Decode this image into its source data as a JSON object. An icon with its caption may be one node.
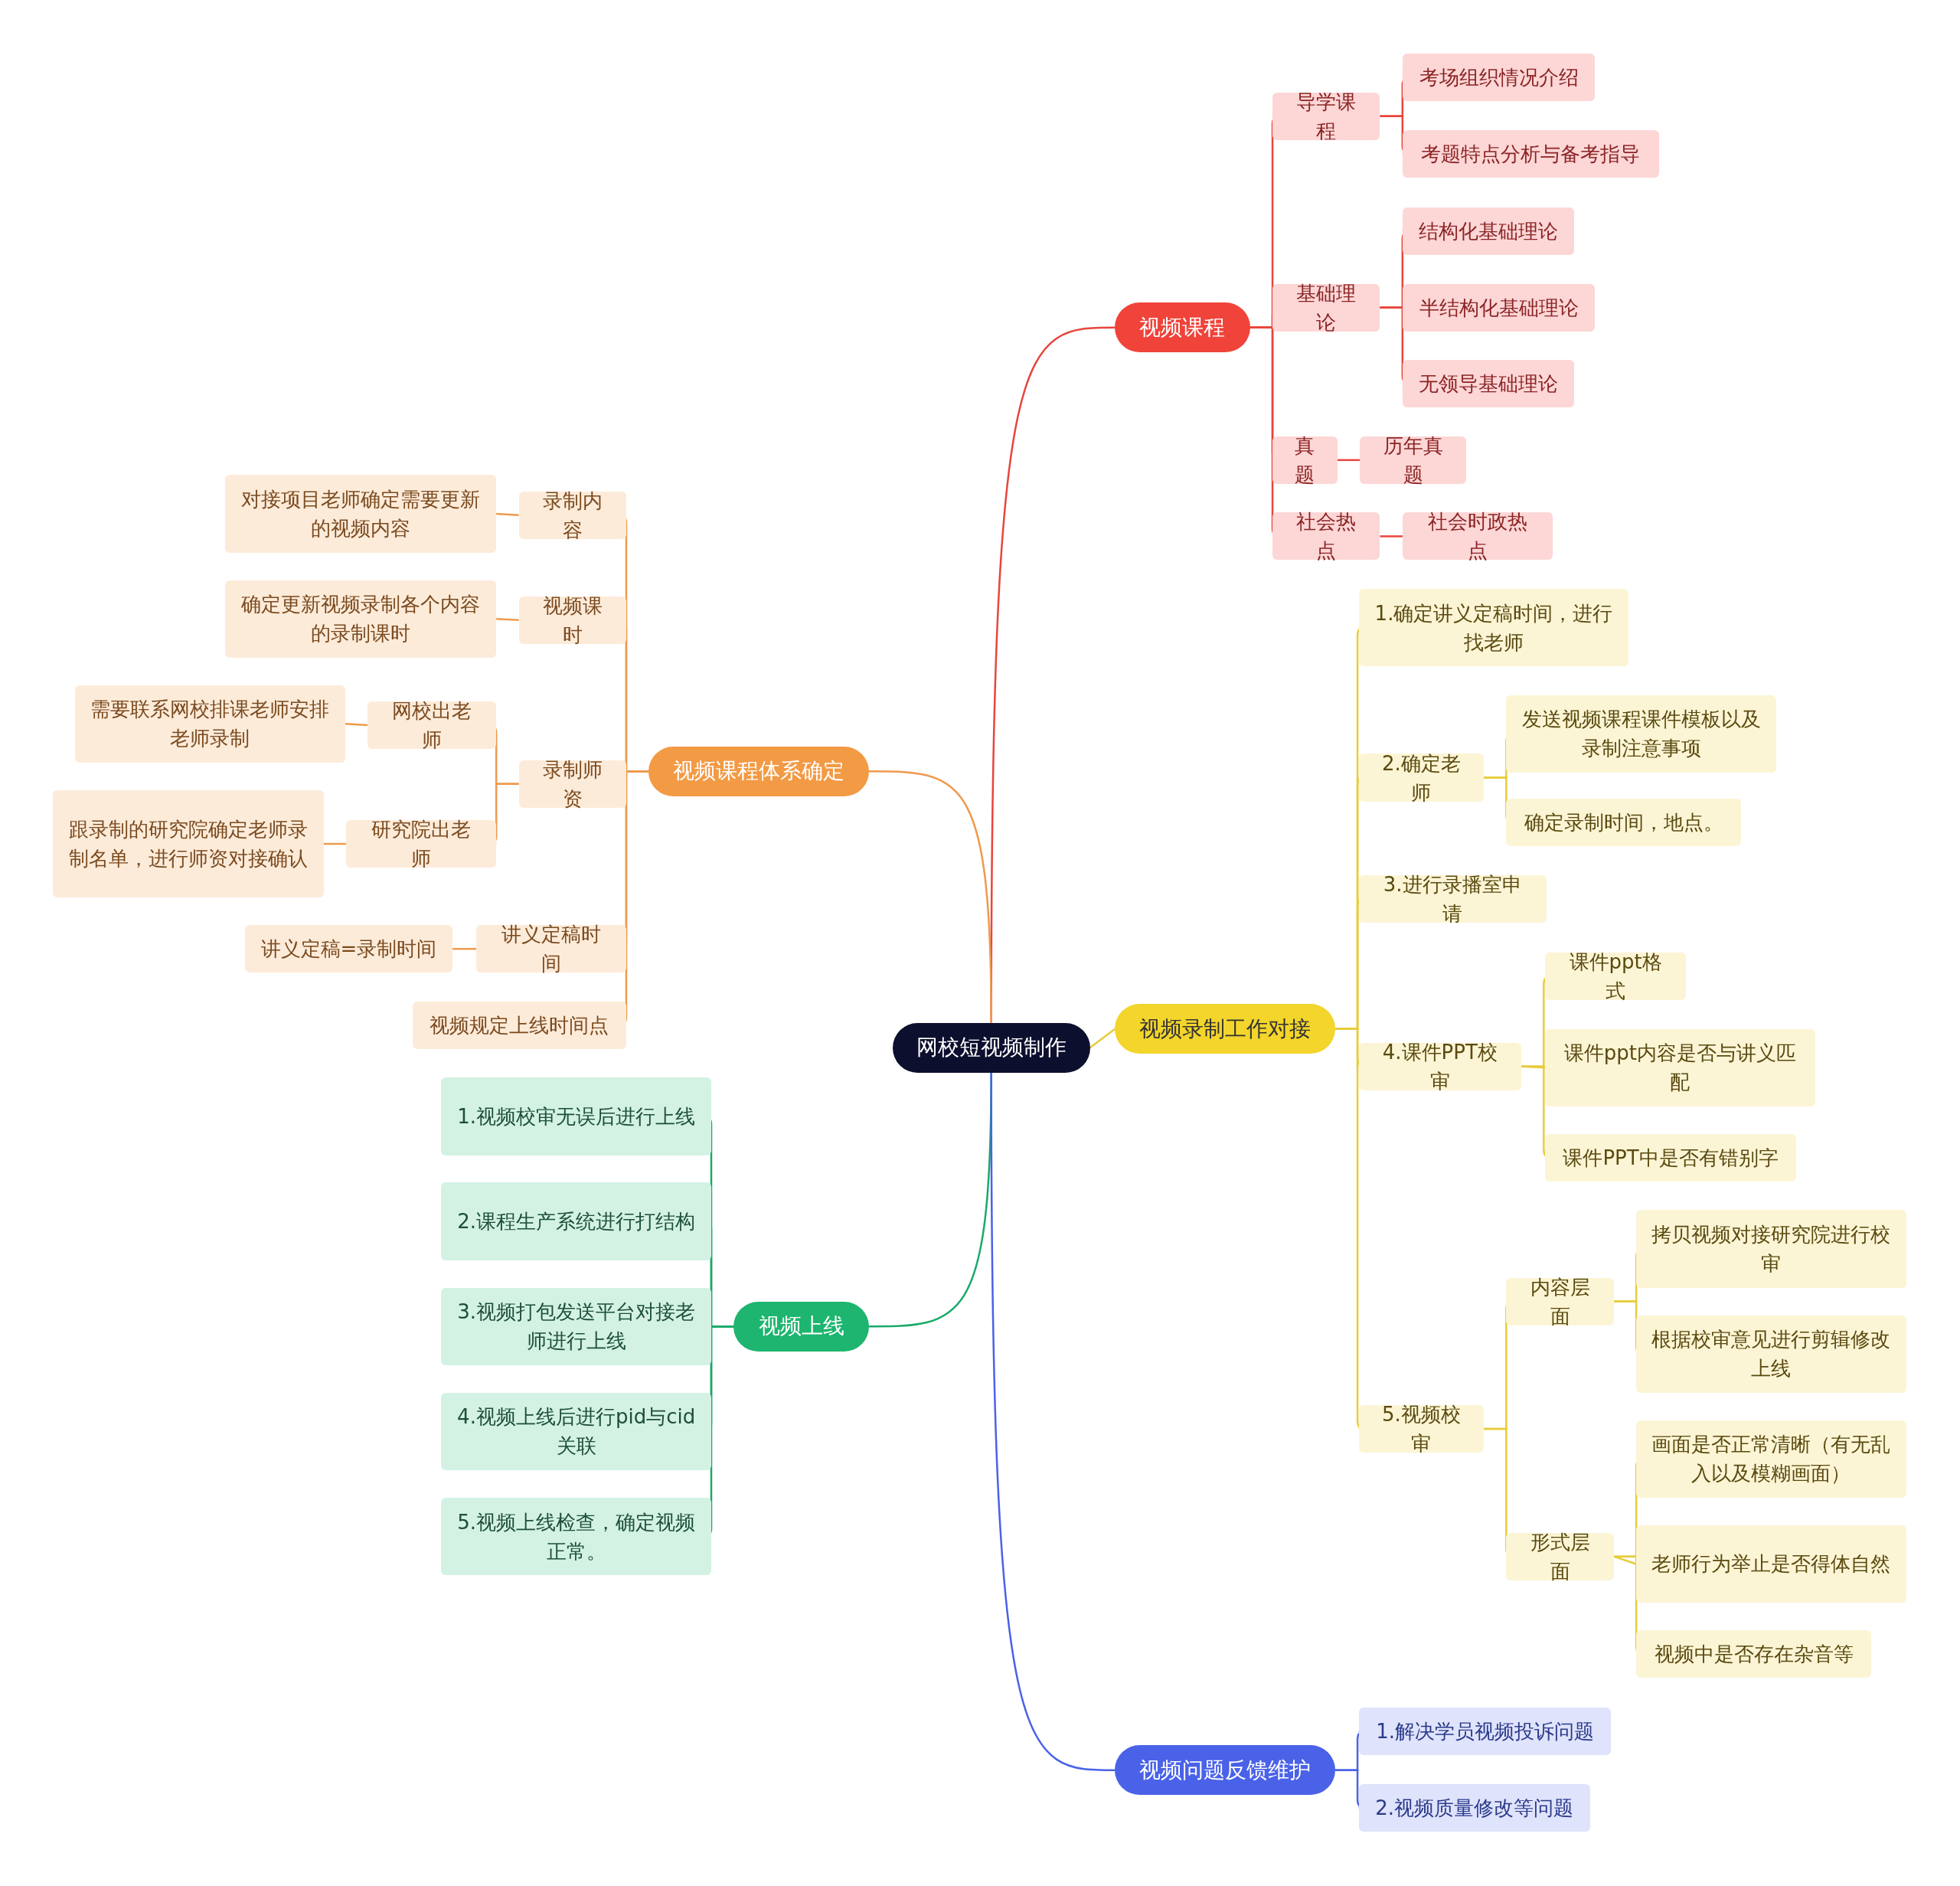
{
  "diagram": {
    "nodes": [
      {
        "text": [
          "网校短视频制作"
        ]
      },
      {
        "text": [
          "视频课程"
        ]
      },
      {
        "text": [
          "导学课程"
        ]
      },
      {
        "text": [
          "考场组织情况介绍"
        ]
      },
      {
        "text": [
          "考题特点分析与备考指导"
        ]
      },
      {
        "text": [
          "基础理论"
        ]
      },
      {
        "text": [
          "结构化基础理论"
        ]
      },
      {
        "text": [
          "半结构化基础理论"
        ]
      },
      {
        "text": [
          "无领导基础理论"
        ]
      },
      {
        "text": [
          "真题"
        ]
      },
      {
        "text": [
          "历年真题"
        ]
      },
      {
        "text": [
          "社会热点"
        ]
      },
      {
        "text": [
          "社会时政热点"
        ]
      },
      {
        "text": [
          "视频课程体系确定"
        ]
      },
      {
        "text": [
          "录制内容"
        ]
      },
      {
        "text": [
          "对接项目老师确定需要更新的视频内容"
        ]
      },
      {
        "text": [
          "视频课时"
        ]
      },
      {
        "text": [
          "确定更新视频录制各个内容的录制课时"
        ]
      },
      {
        "text": [
          "录制师资"
        ]
      },
      {
        "text": [
          "网校出老师"
        ]
      },
      {
        "text": [
          "需要联系网校排课老师安排老师录制"
        ]
      },
      {
        "text": [
          "研究院出老师"
        ]
      },
      {
        "text": [
          "跟录制的研究院确定老师录制名单，进行师资对接确认"
        ]
      },
      {
        "text": [
          "讲义定稿时间"
        ]
      },
      {
        "text": [
          "讲义定稿=录制时间"
        ]
      },
      {
        "text": [
          "视频规定上线时间点"
        ]
      },
      {
        "text": [
          "视频录制工作对接"
        ]
      },
      {
        "text": [
          "1.确定讲义定稿时间，进行找老师"
        ]
      },
      {
        "text": [
          "2.确定老师"
        ]
      },
      {
        "text": [
          "发送视频课程课件模板以及录制注意事项"
        ]
      },
      {
        "text": [
          "确定录制时间，地点。"
        ]
      },
      {
        "text": [
          "3.进行录播室申请"
        ]
      },
      {
        "text": [
          "4.课件PPT校审"
        ]
      },
      {
        "text": [
          "课件ppt格式"
        ]
      },
      {
        "text": [
          "课件ppt内容是否与讲义匹配"
        ]
      },
      {
        "text": [
          "课件PPT中是否有错别字"
        ]
      },
      {
        "text": [
          "5.视频校审"
        ]
      },
      {
        "text": [
          "内容层面"
        ]
      },
      {
        "text": [
          "拷贝视频对接研究院进行校审"
        ]
      },
      {
        "text": [
          "根据校审意见进行剪辑修改上线"
        ]
      },
      {
        "text": [
          "形式层面"
        ]
      },
      {
        "text": [
          "画面是否正常清晰（有无乱入以及模糊画面）"
        ]
      },
      {
        "text": [
          "老师行为举止是否得体自然"
        ]
      },
      {
        "text": [
          "视频中是否存在杂音等"
        ]
      },
      {
        "text": [
          "视频上线"
        ]
      },
      {
        "text": [
          "1.视频校审无误后进行上线"
        ]
      },
      {
        "text": [
          "2.课程生产系统进行打结构"
        ]
      },
      {
        "text": [
          "3.视频打包发送平台对接老师进行上线"
        ]
      },
      {
        "text": [
          "4.视频上线后进行pid与cid关联"
        ]
      },
      {
        "text": [
          "5.视频上线检查，确定视频正常。"
        ]
      },
      {
        "text": [
          "视频问题反馈维护"
        ]
      },
      {
        "text": [
          "1.解决学员视频投诉问题"
        ]
      },
      {
        "text": [
          "2.视频质量修改等问题"
        ]
      }
    ],
    "edges": [
      {
        "from": 0,
        "to": 1,
        "arrow": "none",
        "color": "#e8453c"
      },
      {
        "from": 1,
        "to": 2,
        "arrow": "none",
        "color": "#e8453c"
      },
      {
        "from": 2,
        "to": 3,
        "arrow": "none",
        "color": "#e8453c"
      },
      {
        "from": 2,
        "to": 4,
        "arrow": "none",
        "color": "#e8453c"
      },
      {
        "from": 1,
        "to": 5,
        "arrow": "none",
        "color": "#e8453c"
      },
      {
        "from": 5,
        "to": 6,
        "arrow": "none",
        "color": "#e8453c"
      },
      {
        "from": 5,
        "to": 7,
        "arrow": "none",
        "color": "#e8453c"
      },
      {
        "from": 5,
        "to": 8,
        "arrow": "none",
        "color": "#e8453c"
      },
      {
        "from": 1,
        "to": 9,
        "arrow": "none",
        "color": "#e8453c"
      },
      {
        "from": 9,
        "to": 10,
        "arrow": "none",
        "color": "#e8453c"
      },
      {
        "from": 1,
        "to": 11,
        "arrow": "none",
        "color": "#e8453c"
      },
      {
        "from": 11,
        "to": 12,
        "arrow": "none",
        "color": "#e8453c"
      },
      {
        "from": 0,
        "to": 13,
        "arrow": "none",
        "color": "#ee9a4d"
      },
      {
        "from": 13,
        "to": 14,
        "arrow": "none",
        "color": "#ee9a4d"
      },
      {
        "from": 14,
        "to": 15,
        "arrow": "none",
        "color": "#ee9a4d"
      },
      {
        "from": 13,
        "to": 16,
        "arrow": "none",
        "color": "#ee9a4d"
      },
      {
        "from": 16,
        "to": 17,
        "arrow": "none",
        "color": "#ee9a4d"
      },
      {
        "from": 13,
        "to": 18,
        "arrow": "none",
        "color": "#ee9a4d"
      },
      {
        "from": 18,
        "to": 19,
        "arrow": "none",
        "color": "#ee9a4d"
      },
      {
        "from": 19,
        "to": 20,
        "arrow": "none",
        "color": "#ee9a4d"
      },
      {
        "from": 18,
        "to": 21,
        "arrow": "none",
        "color": "#ee9a4d"
      },
      {
        "from": 21,
        "to": 22,
        "arrow": "none",
        "color": "#ee9a4d"
      },
      {
        "from": 13,
        "to": 23,
        "arrow": "none",
        "color": "#ee9a4d"
      },
      {
        "from": 23,
        "to": 24,
        "arrow": "none",
        "color": "#ee9a4d"
      },
      {
        "from": 13,
        "to": 25,
        "arrow": "none",
        "color": "#ee9a4d"
      },
      {
        "from": 0,
        "to": 26,
        "arrow": "none",
        "color": "#e8cc3a"
      },
      {
        "from": 26,
        "to": 27,
        "arrow": "none",
        "color": "#e8cc3a"
      },
      {
        "from": 26,
        "to": 28,
        "arrow": "none",
        "color": "#e8cc3a"
      },
      {
        "from": 28,
        "to": 29,
        "arrow": "none",
        "color": "#e8cc3a"
      },
      {
        "from": 28,
        "to": 30,
        "arrow": "none",
        "color": "#e8cc3a"
      },
      {
        "from": 26,
        "to": 31,
        "arrow": "none",
        "color": "#e8cc3a"
      },
      {
        "from": 26,
        "to": 32,
        "arrow": "none",
        "color": "#e8cc3a"
      },
      {
        "from": 32,
        "to": 33,
        "arrow": "none",
        "color": "#e8cc3a"
      },
      {
        "from": 32,
        "to": 34,
        "arrow": "none",
        "color": "#e8cc3a"
      },
      {
        "from": 32,
        "to": 35,
        "arrow": "none",
        "color": "#e8cc3a"
      },
      {
        "from": 26,
        "to": 36,
        "arrow": "none",
        "color": "#e8cc3a"
      },
      {
        "from": 36,
        "to": 37,
        "arrow": "none",
        "color": "#e8cc3a"
      },
      {
        "from": 37,
        "to": 38,
        "arrow": "none",
        "color": "#e8cc3a"
      },
      {
        "from": 37,
        "to": 39,
        "arrow": "none",
        "color": "#e8cc3a"
      },
      {
        "from": 36,
        "to": 40,
        "arrow": "none",
        "color": "#e8cc3a"
      },
      {
        "from": 40,
        "to": 41,
        "arrow": "none",
        "color": "#e8cc3a"
      },
      {
        "from": 40,
        "to": 42,
        "arrow": "none",
        "color": "#e8cc3a"
      },
      {
        "from": 40,
        "to": 43,
        "arrow": "none",
        "color": "#e8cc3a"
      },
      {
        "from": 0,
        "to": 44,
        "arrow": "none",
        "color": "#1aa96a"
      },
      {
        "from": 44,
        "to": 45,
        "arrow": "none",
        "color": "#1aa96a"
      },
      {
        "from": 44,
        "to": 46,
        "arrow": "none",
        "color": "#1aa96a"
      },
      {
        "from": 44,
        "to": 47,
        "arrow": "none",
        "color": "#1aa96a"
      },
      {
        "from": 44,
        "to": 48,
        "arrow": "none",
        "color": "#1aa96a"
      },
      {
        "from": 44,
        "to": 49,
        "arrow": "none",
        "color": "#1aa96a"
      },
      {
        "from": 0,
        "to": 50,
        "arrow": "none",
        "color": "#4a62e8"
      },
      {
        "from": 50,
        "to": 51,
        "arrow": "none",
        "color": "#4a62e8"
      },
      {
        "from": 50,
        "to": 52,
        "arrow": "none",
        "color": "#4a62e8"
      }
    ]
  }
}
